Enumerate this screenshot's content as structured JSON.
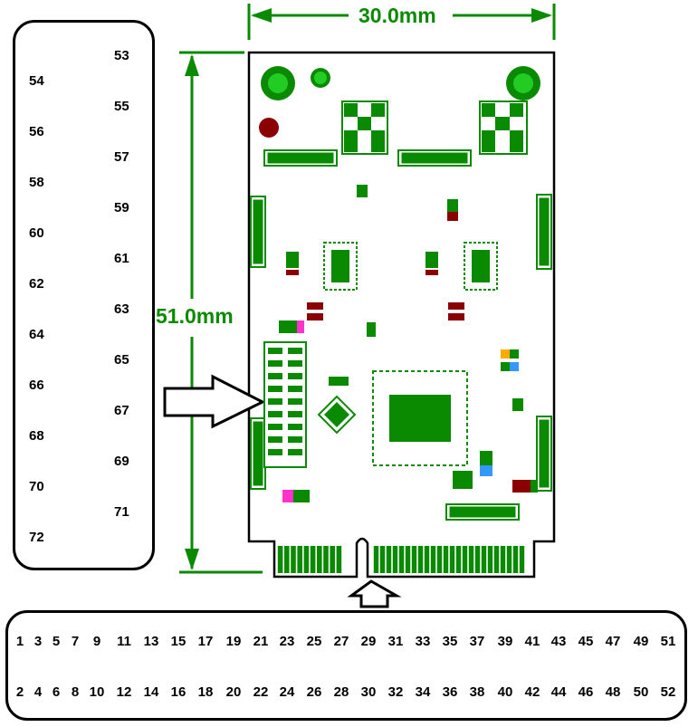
{
  "dimensions": {
    "width_label": "30.0mm",
    "height_label": "51.0mm"
  },
  "side_pins": {
    "right_column": [
      "53",
      "55",
      "57",
      "59",
      "61",
      "63",
      "65",
      "67",
      "69",
      "71"
    ],
    "left_column": [
      "54",
      "56",
      "58",
      "60",
      "62",
      "64",
      "66",
      "68",
      "70",
      "72"
    ]
  },
  "bottom_pins": {
    "top_row": [
      "1",
      "3",
      "5",
      "7",
      "9",
      "11",
      "13",
      "15",
      "17",
      "19",
      "21",
      "23",
      "25",
      "27",
      "29",
      "31",
      "33",
      "35",
      "37",
      "39",
      "41",
      "43",
      "45",
      "47",
      "49",
      "51"
    ],
    "bottom_row": [
      "2",
      "4",
      "6",
      "8",
      "10",
      "12",
      "14",
      "16",
      "18",
      "20",
      "22",
      "24",
      "26",
      "28",
      "30",
      "32",
      "34",
      "36",
      "38",
      "40",
      "42",
      "44",
      "46",
      "48",
      "50",
      "52"
    ]
  },
  "colors": {
    "dimension": "#0a8a00",
    "pad": "#0a8a00",
    "pad_light": "#22cc22",
    "via_dark": "#8b0000",
    "accent_pink": "#ff33cc",
    "accent_blue": "#3399ff",
    "accent_orange": "#ffaa00"
  }
}
